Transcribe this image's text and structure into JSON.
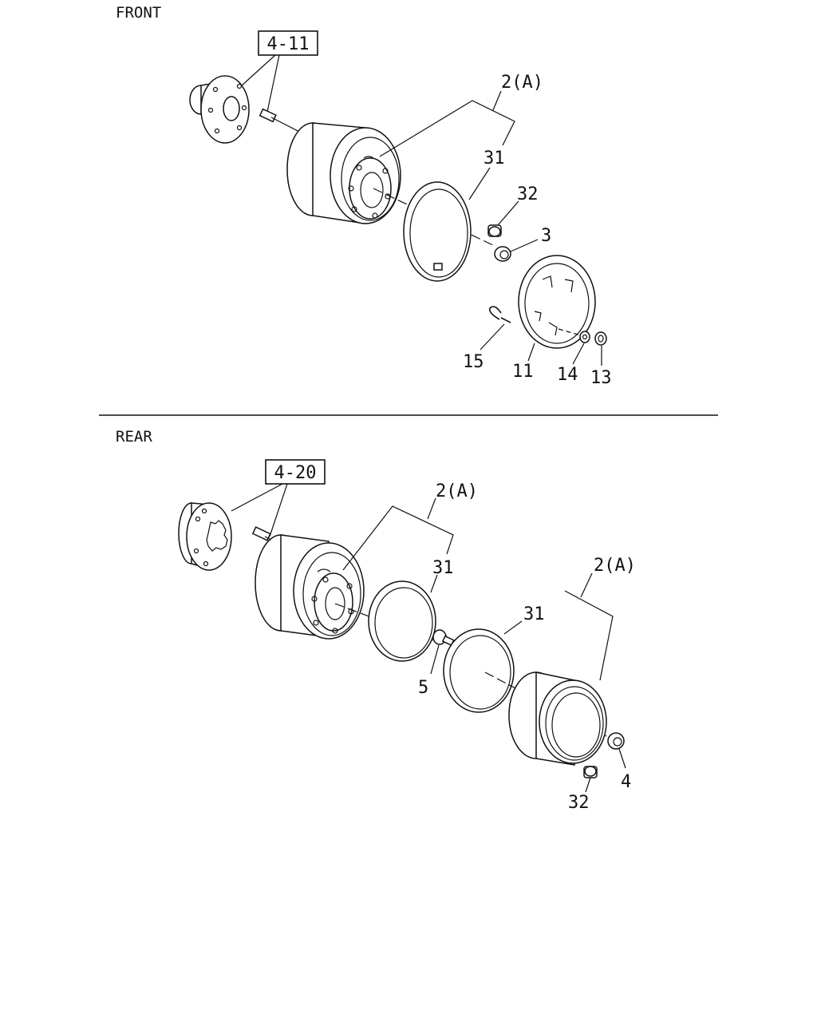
{
  "sections": {
    "front": {
      "title": "FRONT",
      "ref": "4-11",
      "labels": {
        "group": "2(A)",
        "ring": "31",
        "nut_cap": "32",
        "nut": "3",
        "hook": "15",
        "cover": "11",
        "washer": "14",
        "small_nut": "13"
      }
    },
    "rear": {
      "title": "REAR",
      "ref": "4-20",
      "labels": {
        "group_inner": "2(A)",
        "ring_inner": "31",
        "group_outer": "2(A)",
        "ring_outer": "31",
        "bolt": "5",
        "nut": "4",
        "nut_cap": "32"
      }
    }
  }
}
